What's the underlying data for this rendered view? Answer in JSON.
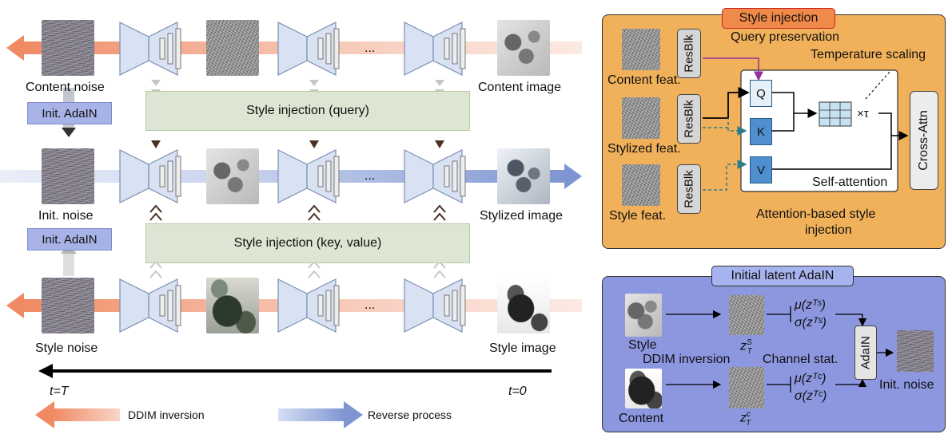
{
  "colors": {
    "inversion_arrow": "#f1a78a",
    "reverse_arrow": "#94a7d8",
    "style_injection_panel": "#f1b15a",
    "adain_panel": "#8c97e0",
    "green_box": "#dde6d2",
    "adain_button": "#a7b3e6"
  },
  "left": {
    "content_noise": "Content noise",
    "content_image": "Content image",
    "init_noise": "Init. noise",
    "stylized_image": "Stylized image",
    "style_noise": "Style noise",
    "style_image": "Style image",
    "init_adain_1": "Init. AdaIN",
    "init_adain_2": "Init. AdaIN",
    "query_box": "Style injection (query)",
    "kv_box": "Style injection (key, value)",
    "ellipsis": "...",
    "t_start": "t=T",
    "t_end": "t=0",
    "legend_ddim": "DDIM inversion",
    "legend_reverse": "Reverse process"
  },
  "style_panel": {
    "title": "Style injection",
    "query_preservation": "Query preservation",
    "temperature_scaling": "Temperature scaling",
    "content_feat": "Content feat.",
    "stylized_feat": "Stylized feat.",
    "style_feat": "Style feat.",
    "resblk": "ResBlk",
    "q": "Q",
    "k": "K",
    "v": "V",
    "tau": "×τ",
    "self_attention": "Self-attention",
    "cross_attn": "Cross-Attn",
    "caption_line1": "Attention-based style",
    "caption_line2": "injection"
  },
  "adain_panel": {
    "title": "Initial latent AdaIN",
    "style": "Style",
    "ddim_inversion": "DDIM inversion",
    "content": "Content",
    "zs": "z",
    "zs_sup": "S",
    "zs_sub": "T",
    "zc": "z",
    "zc_sup": "c",
    "zc_sub": "T",
    "mu_s": "μ(zᵀˢ)",
    "sigma_s": "σ(zᵀˢ)",
    "mu_c": "μ(zᵀᶜ)",
    "sigma_c": "σ(zᵀᶜ)",
    "channel_stat": "Channel stat.",
    "adain": "AdaIN",
    "init_noise": "Init. noise"
  }
}
